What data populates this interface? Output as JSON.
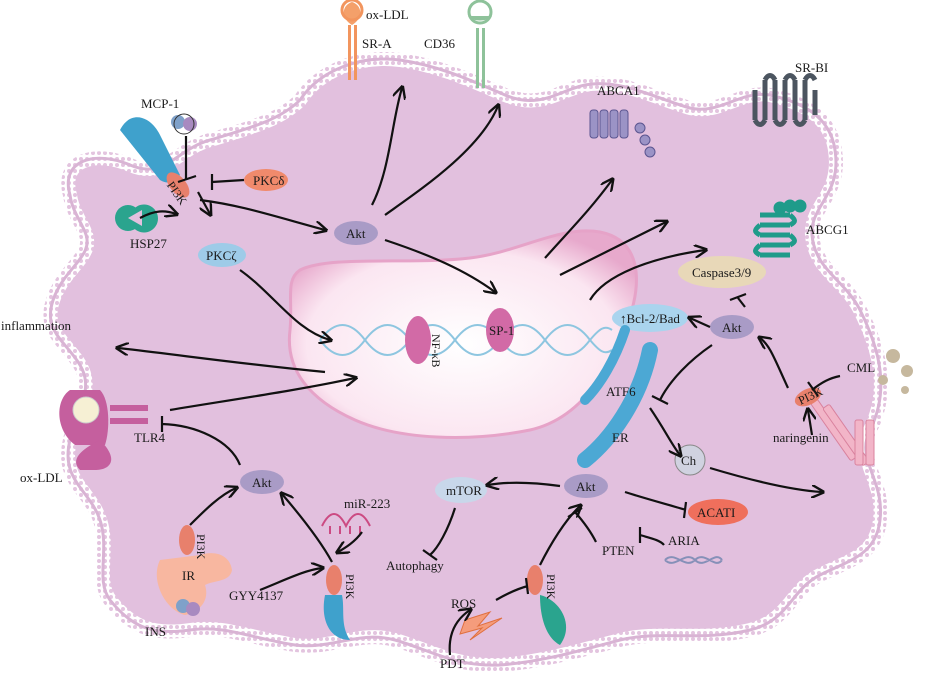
{
  "labels": {
    "ox_ldl_top": "ox-LDL",
    "sr_a": "SR-A",
    "cd36": "CD36",
    "abca1": "ABCA1",
    "sr_bi": "SR-BI",
    "abcg1": "ABCG1",
    "mcp1": "MCP-1",
    "pi3k": "PI3K",
    "pkc_delta": "PKCδ",
    "hsp27": "HSP27",
    "pkc_zeta": "PKCζ",
    "akt": "Akt",
    "caspase": "Caspase3/9",
    "bcl2": "↑Bcl-2/Bad",
    "nfkb": "NF-κB",
    "sp1": "SP-1",
    "inflammation": "inflammation",
    "ox_ldl_left": "ox-LDL",
    "tlr4": "TLR4",
    "atf6": "ATF6",
    "er": "ER",
    "ch": "Ch",
    "cml": "CML",
    "naringenin": "naringenin",
    "mir223": "miR-223",
    "mtor": "mTOR",
    "acat1": "ACATI",
    "aria": "ARIA",
    "pten": "PTEN",
    "autophagy": "Autophagy",
    "ir": "IR",
    "ins": "INS",
    "gyy4137": "GYY4137",
    "ros": "ROS",
    "pdt": "PDT"
  },
  "colors": {
    "cell": "#e2c0de",
    "membrane_head": "#ffffff",
    "nucleus": "#fbeaf3",
    "akt": "#a99bc6",
    "pkc_zeta": "#9ecbe8",
    "pkc_delta": "#f08a6c",
    "acat1": "#ef6f5c",
    "caspase": "#e8d8b8",
    "bcl2": "#aad4ee",
    "pi3k": "#e8806c",
    "er": "#4ca8d4",
    "dna": "#8ec6e0",
    "nfkb_sp1": "#d26aa6"
  }
}
